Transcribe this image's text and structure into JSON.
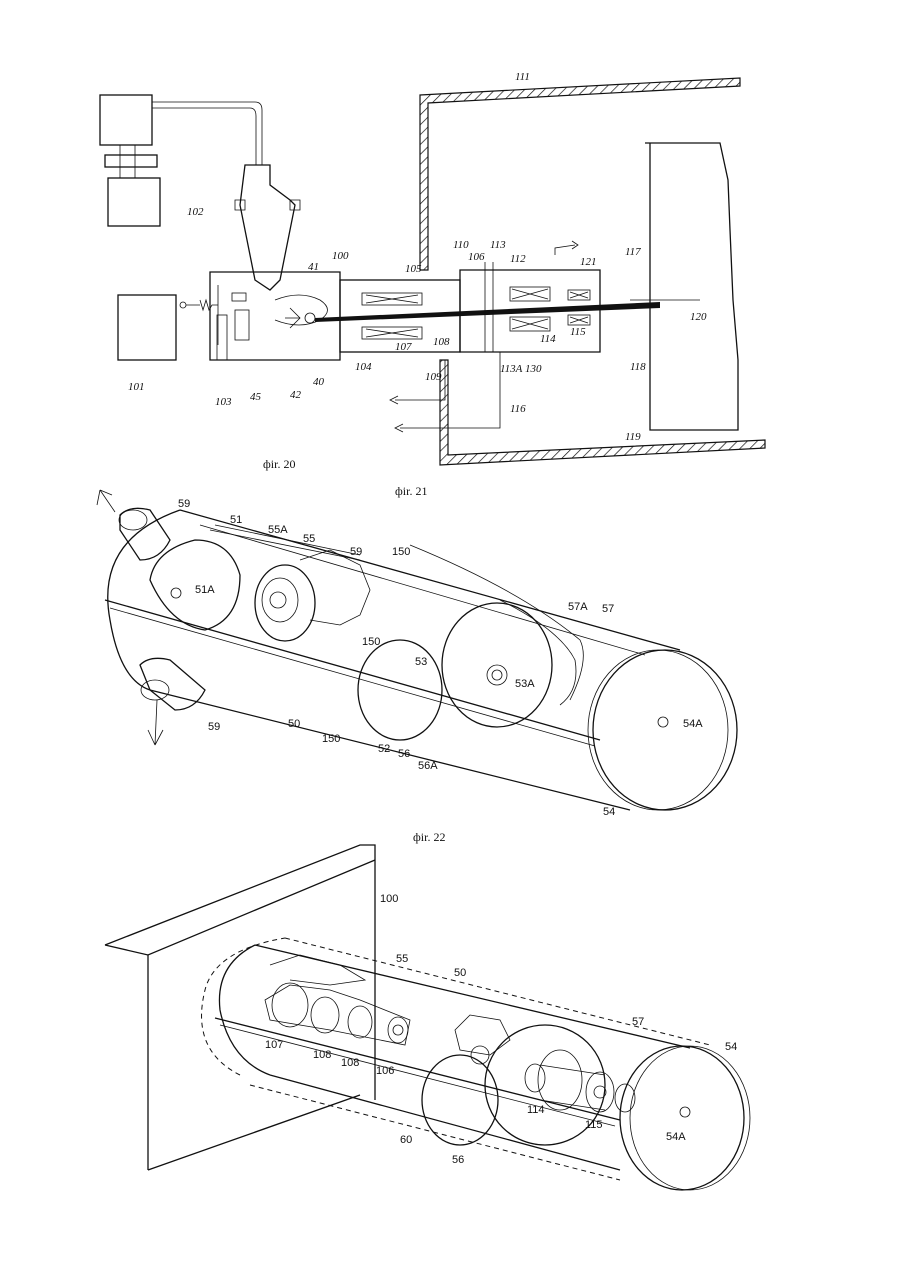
{
  "captions": {
    "fig20": "фir. 20",
    "fig21": "фir. 21",
    "fig22": "фir. 22"
  },
  "fig20_labels": {
    "l100": "100",
    "l101": "101",
    "l102": "102",
    "l103": "103",
    "l104": "104",
    "l105": "105",
    "l106": "106",
    "l107": "107",
    "l108": "108",
    "l109": "109",
    "l110": "110",
    "l111": "111",
    "l112": "112",
    "l113": "113",
    "l113a": "113A",
    "l114": "114",
    "l115": "115",
    "l116": "116",
    "l117": "117",
    "l118": "118",
    "l119": "119",
    "l120": "120",
    "l121": "121",
    "l130": "130",
    "l40": "40",
    "l41": "41",
    "l42": "42",
    "l45": "45"
  },
  "fig21_labels": {
    "l59a": "59",
    "l51": "51",
    "l55a": "55A",
    "l55": "55",
    "l59b": "59",
    "l150a": "150",
    "l51a": "51A",
    "l57a": "57A",
    "l57": "57",
    "l150b": "150",
    "l53": "53",
    "l53a": "53A",
    "l59c": "59",
    "l50": "50",
    "l150c": "150",
    "l52": "52",
    "l56": "56",
    "l56a": "56A",
    "l54a": "54A",
    "l54": "54"
  },
  "fig22_labels": {
    "l100p": "100",
    "l55": "55",
    "l50": "50",
    "l57": "57",
    "l54": "54",
    "l107": "107",
    "l108a": "108",
    "l108b": "108",
    "l106": "106",
    "l114": "114",
    "l115": "115",
    "l54a": "54A",
    "l56": "56",
    "l60": "60"
  }
}
